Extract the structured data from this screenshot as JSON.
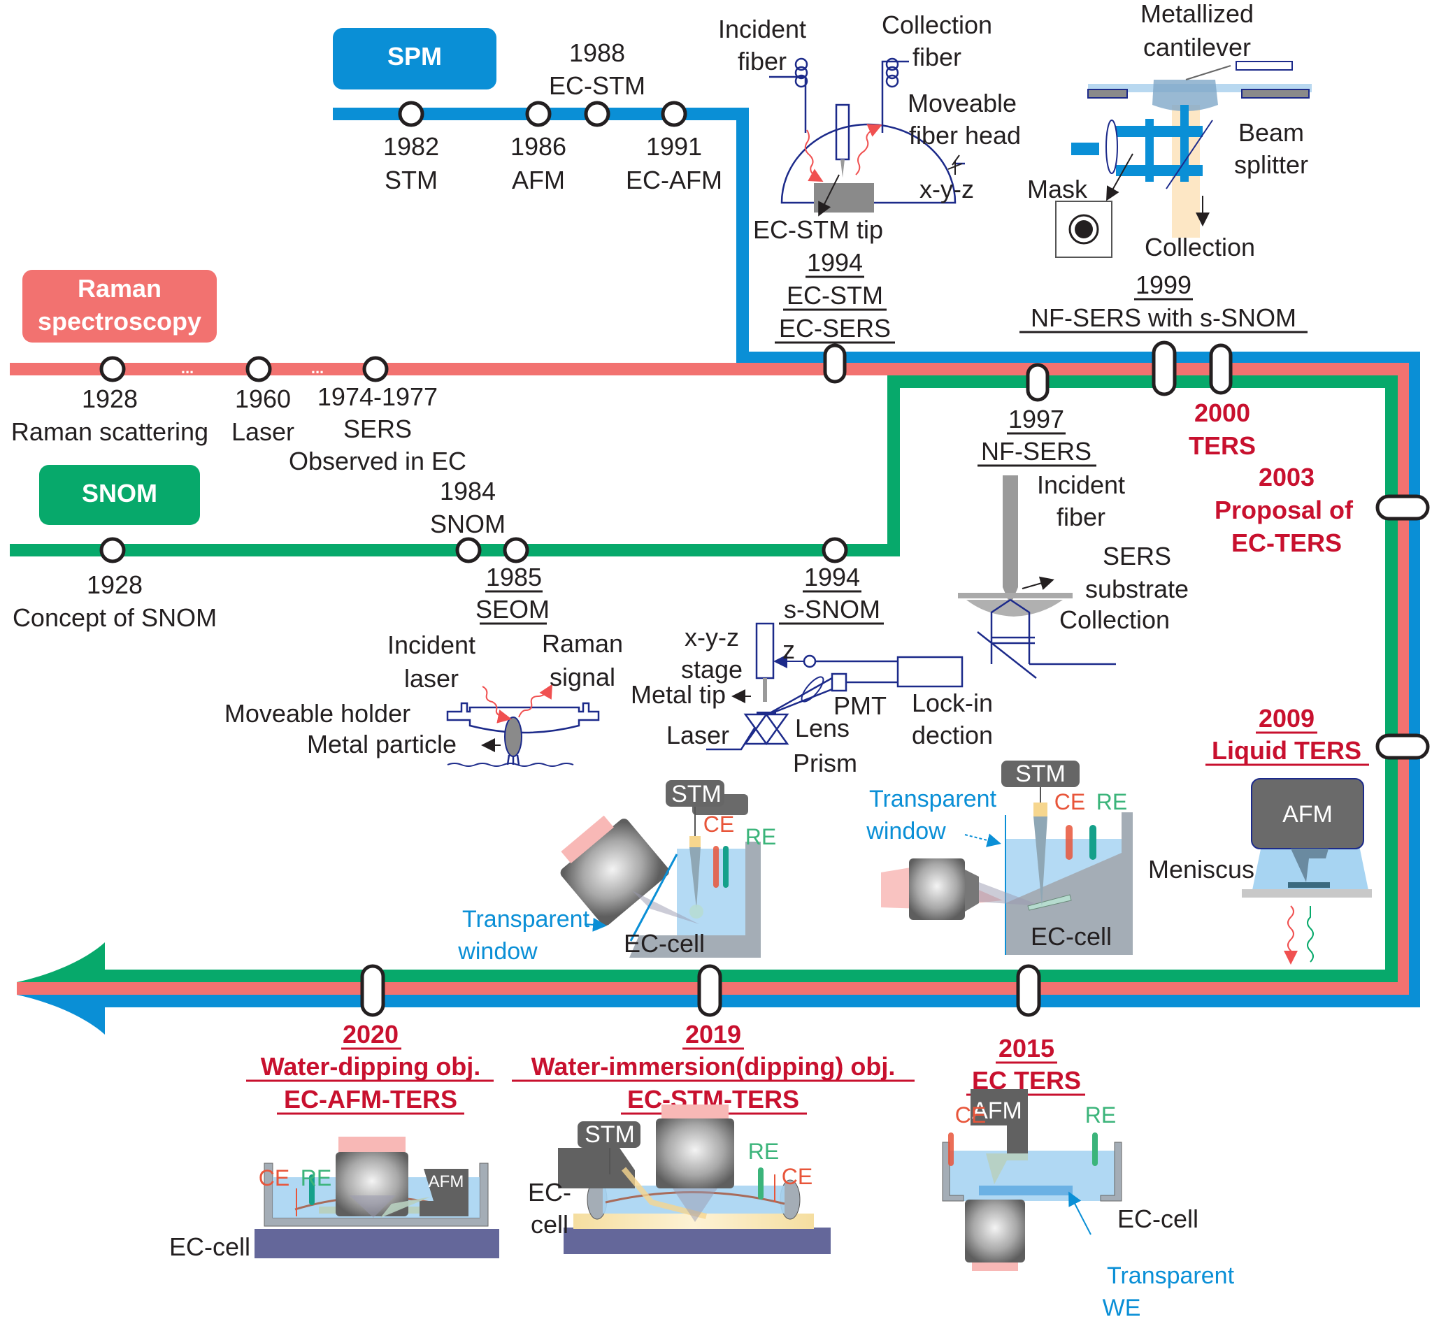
{
  "colors": {
    "spm": "#0a8fd6",
    "raman": "#f27270",
    "snom": "#07a96b",
    "highlight": "#c8102e",
    "text": "#231f20",
    "window_blue": "#0a8fd6",
    "ce_orange": "#e8553a",
    "re_green": "#3bb47a"
  },
  "tracks": {
    "spm": {
      "label": "SPM",
      "events": [
        {
          "year": "1982",
          "label": "STM"
        },
        {
          "year": "1986",
          "label": "AFM"
        },
        {
          "year": "1988",
          "label": "EC-STM"
        },
        {
          "year": "1991",
          "label": "EC-AFM"
        }
      ]
    },
    "raman": {
      "label_line1": "Raman",
      "label_line2": "spectroscopy",
      "ellipsis": "...",
      "events": [
        {
          "year": "1928",
          "label": "Raman scattering"
        },
        {
          "year": "1960",
          "label": "Laser"
        },
        {
          "year": "1974-1977",
          "label": "SERS",
          "label2": "Observed in EC"
        }
      ]
    },
    "snom": {
      "label": "SNOM",
      "events": [
        {
          "year": "1928",
          "label": "Concept of SNOM"
        },
        {
          "year": "1984",
          "label": "SNOM"
        },
        {
          "year": "1985",
          "label": "SEOM"
        },
        {
          "year": "1994",
          "label": "s-SNOM"
        }
      ]
    }
  },
  "merged_events": [
    {
      "year": "1994",
      "line1": "EC-STM",
      "line2": "EC-SERS"
    },
    {
      "year": "1997",
      "line1": "NF-SERS"
    },
    {
      "year": "1999",
      "line1": "NF-SERS with s-SNOM"
    },
    {
      "year": "2000",
      "line1": "TERS"
    },
    {
      "year": "2003",
      "line1": "Proposal of",
      "line2": "EC-TERS"
    },
    {
      "year": "2009",
      "line1": "Liquid TERS"
    },
    {
      "year": "2015",
      "line1": "EC TERS"
    },
    {
      "year": "2019",
      "line1": "Water-immersion(dipping) obj.",
      "line2": "EC-STM-TERS"
    },
    {
      "year": "2020",
      "line1": "Water-dipping obj.",
      "line2": "EC-AFM-TERS"
    }
  ],
  "diagrams": {
    "ec_stm_1994": {
      "incident_fiber_1": "Incident",
      "incident_fiber_2": "fiber",
      "collection_fiber_1": "Collection",
      "collection_fiber_2": "fiber",
      "moveable_1": "Moveable",
      "moveable_2": "fiber head",
      "xyz": "x-y-z",
      "tip": "EC-STM tip"
    },
    "nfsers_1999": {
      "cantilever_1": "Metallized",
      "cantilever_2": "cantilever",
      "beam_1": "Beam",
      "beam_2": "splitter",
      "mask": "Mask",
      "collection": "Collection"
    },
    "nfsers_1997": {
      "incident_1": "Incident",
      "incident_2": "fiber",
      "sers_1": "SERS",
      "sers_2": "substrate",
      "collection": "Collection"
    },
    "seom_1985": {
      "incident_1": "Incident",
      "incident_2": "laser",
      "raman_1": "Raman",
      "raman_2": "signal",
      "holder": "Moveable holder",
      "particle": "Metal particle"
    },
    "ssnom_1994": {
      "stage_1": "x-y-z",
      "stage_2": "stage",
      "z": "z",
      "tip": "Metal tip",
      "pmt": "PMT",
      "lockin_1": "Lock-in",
      "lockin_2": "dection",
      "laser": "Laser",
      "lens": "Lens",
      "prism": "Prism"
    },
    "cell_a": {
      "stm": "STM",
      "ce": "CE",
      "re": "RE",
      "window_1": "Transparent",
      "window_2": "window",
      "cell": "EC-cell"
    },
    "cell_b": {
      "stm": "STM",
      "ce": "CE",
      "re": "RE",
      "window_1": "Transparent",
      "window_2": "window",
      "cell": "EC-cell"
    },
    "liquid_2009": {
      "afm": "AFM",
      "meniscus": "Meniscus"
    },
    "ecters_2015": {
      "afm": "AFM",
      "ce": "CE",
      "re": "RE",
      "cell": "EC-cell",
      "we_1": "Transparent",
      "we_2": "WE"
    },
    "ecstm_2019": {
      "stm": "STM",
      "ce": "CE",
      "re": "RE",
      "cell_1": "EC-",
      "cell_2": "cell"
    },
    "ecafm_2020": {
      "afm": "AFM",
      "ce": "CE",
      "re": "RE",
      "cell": "EC-cell"
    }
  }
}
